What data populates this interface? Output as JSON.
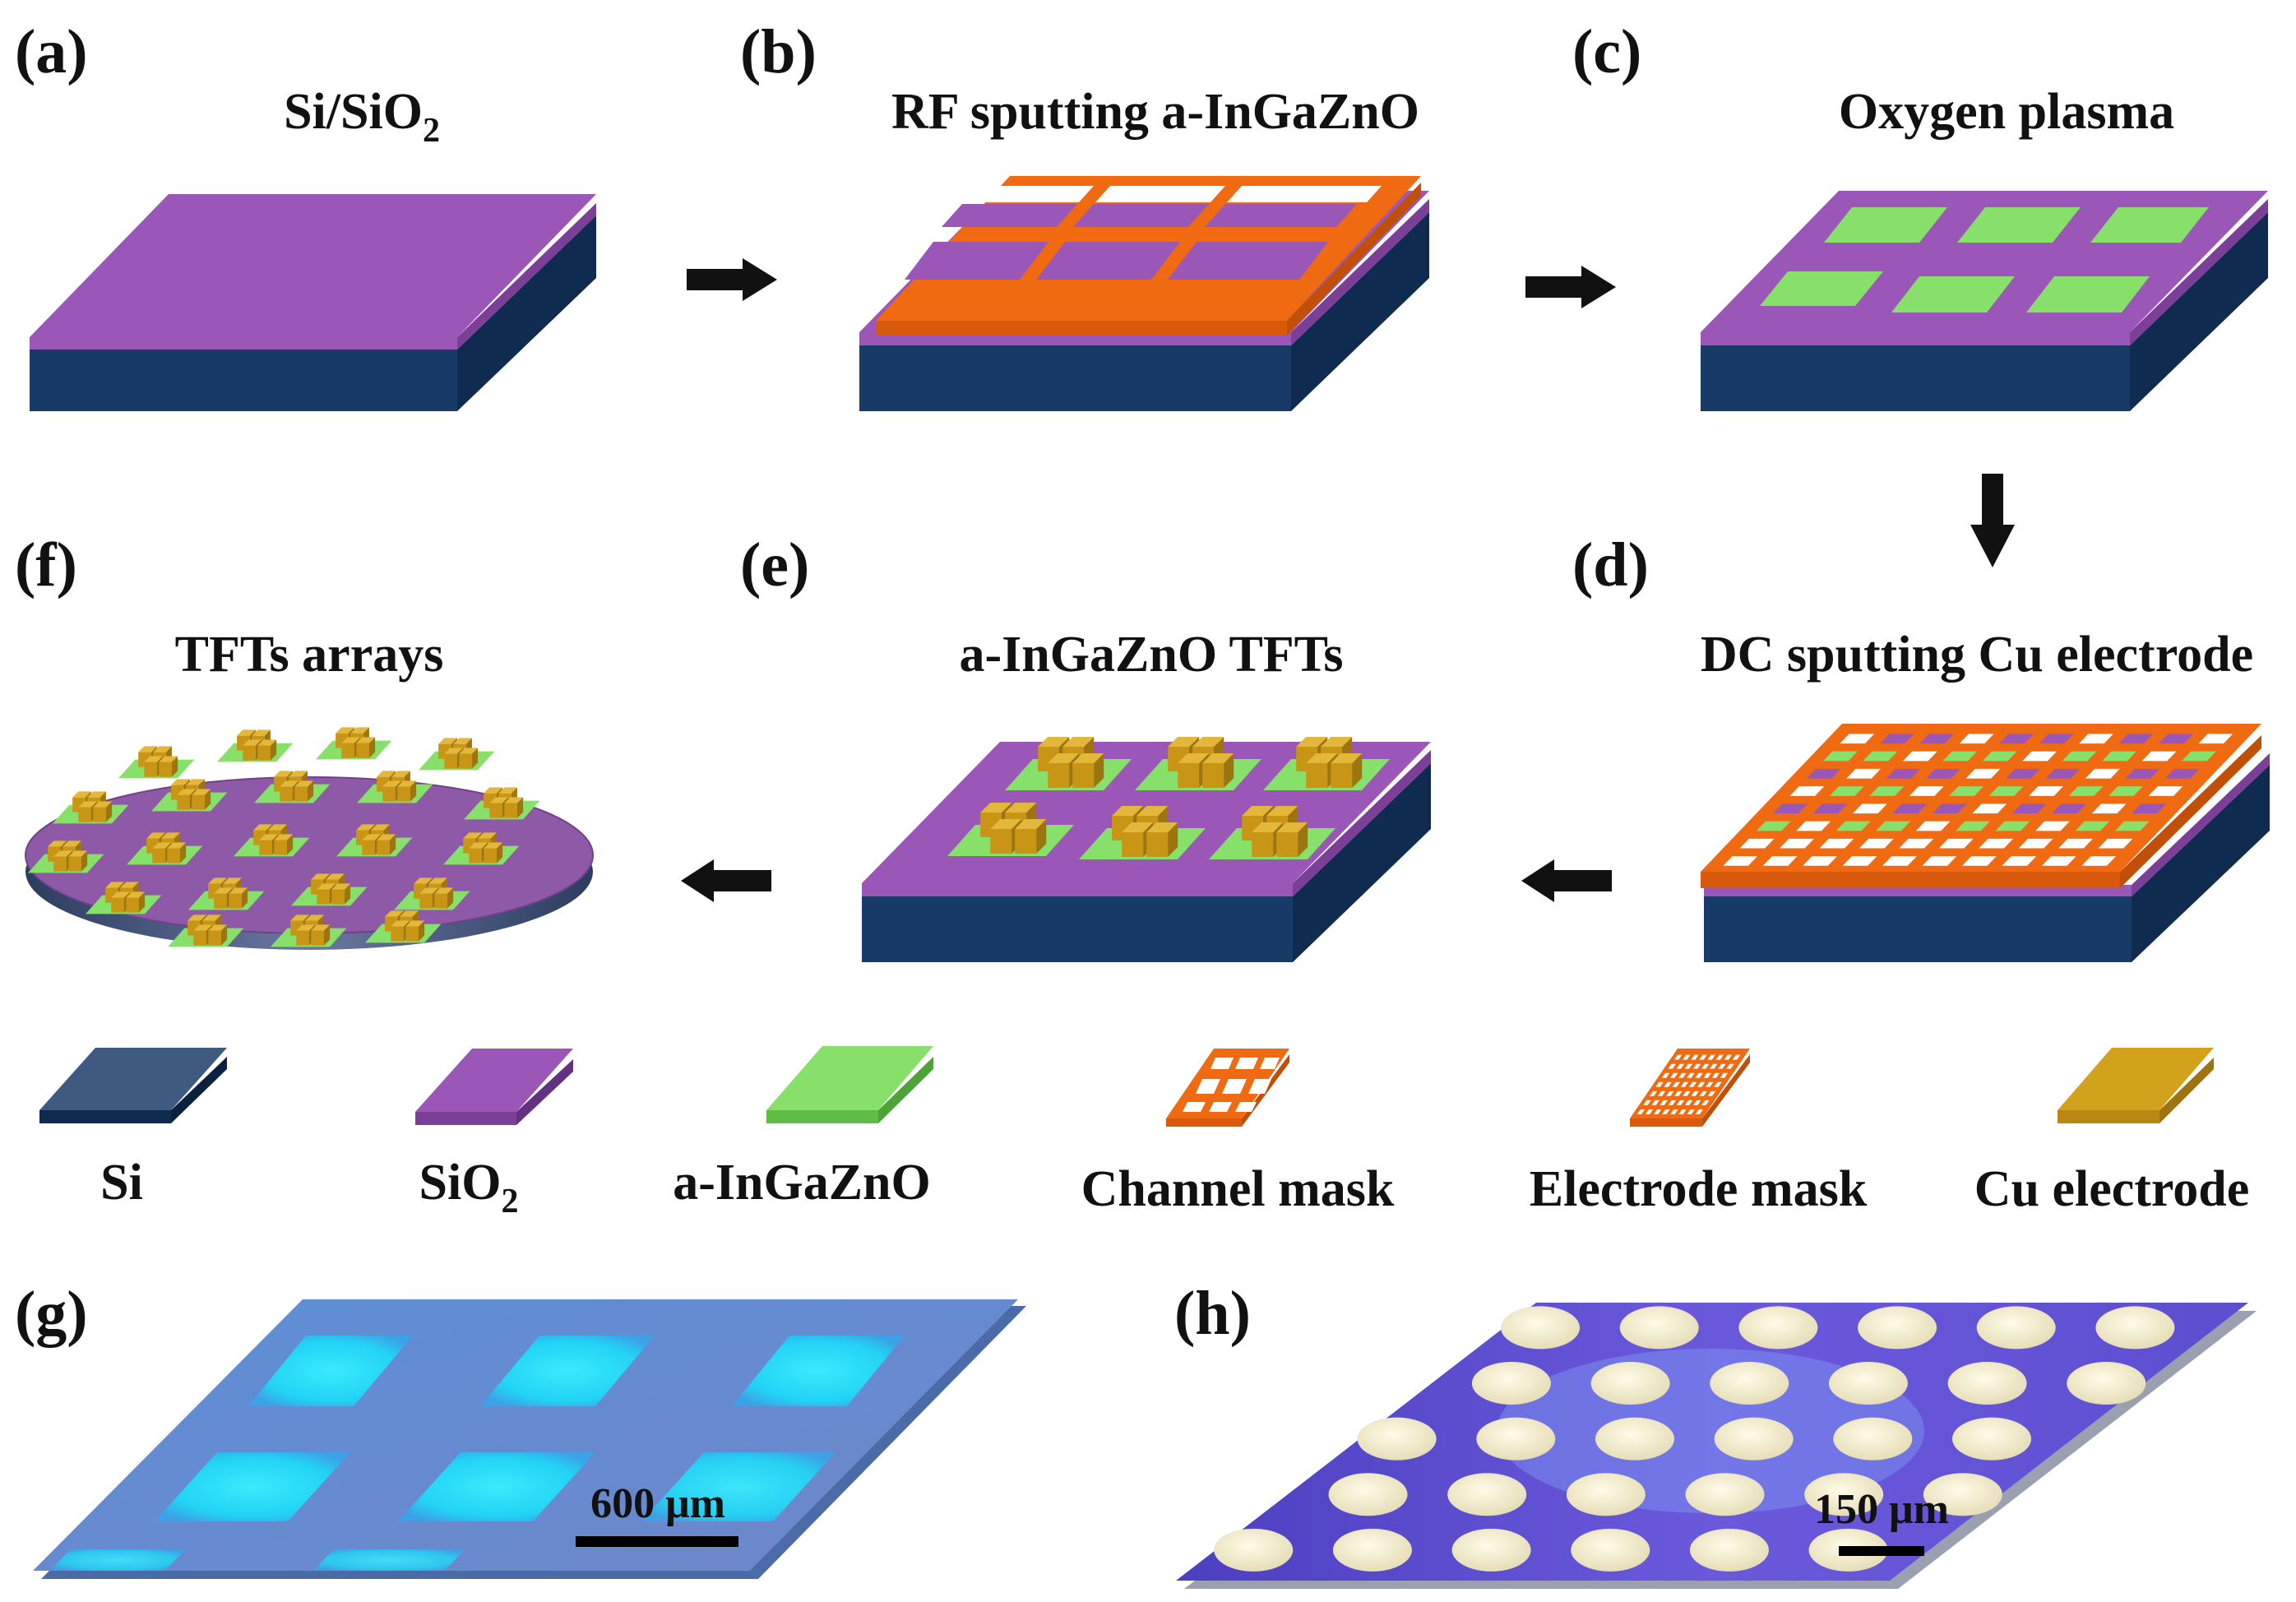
{
  "panels": [
    {
      "letter": "(a)",
      "title": "Si/SiO",
      "title_sub": "2"
    },
    {
      "letter": "(b)",
      "title": "RF sputting a-InGaZnO"
    },
    {
      "letter": "(c)",
      "title": "Oxygen plasma"
    },
    {
      "letter": "(d)",
      "title": "DC sputting Cu electrode"
    },
    {
      "letter": "(e)",
      "title": "a-InGaZnO TFTs"
    },
    {
      "letter": "(f)",
      "title": "TFTs arrays"
    },
    {
      "letter": "(g)"
    },
    {
      "letter": "(h)"
    }
  ],
  "legend": [
    {
      "label": "Si",
      "color": "#173b66"
    },
    {
      "label": "SiO",
      "sub": "2",
      "color": "#9b57b8"
    },
    {
      "label": "a-InGaZnO",
      "color": "#86e06a"
    },
    {
      "label": "Channel mask",
      "color": "#f06a12"
    },
    {
      "label": "Electrode mask",
      "color": "#f06a12"
    },
    {
      "label": "Cu electrode",
      "color": "#d3a21c"
    }
  ],
  "scalebars": {
    "g": "600 μm",
    "h": "150 μm"
  },
  "colors": {
    "si": "#173b66",
    "sio2": "#9b57b8",
    "igzo": "#86e06a",
    "mask": "#f06a12",
    "cu": "#d3a21c",
    "arrow": "#111111"
  }
}
